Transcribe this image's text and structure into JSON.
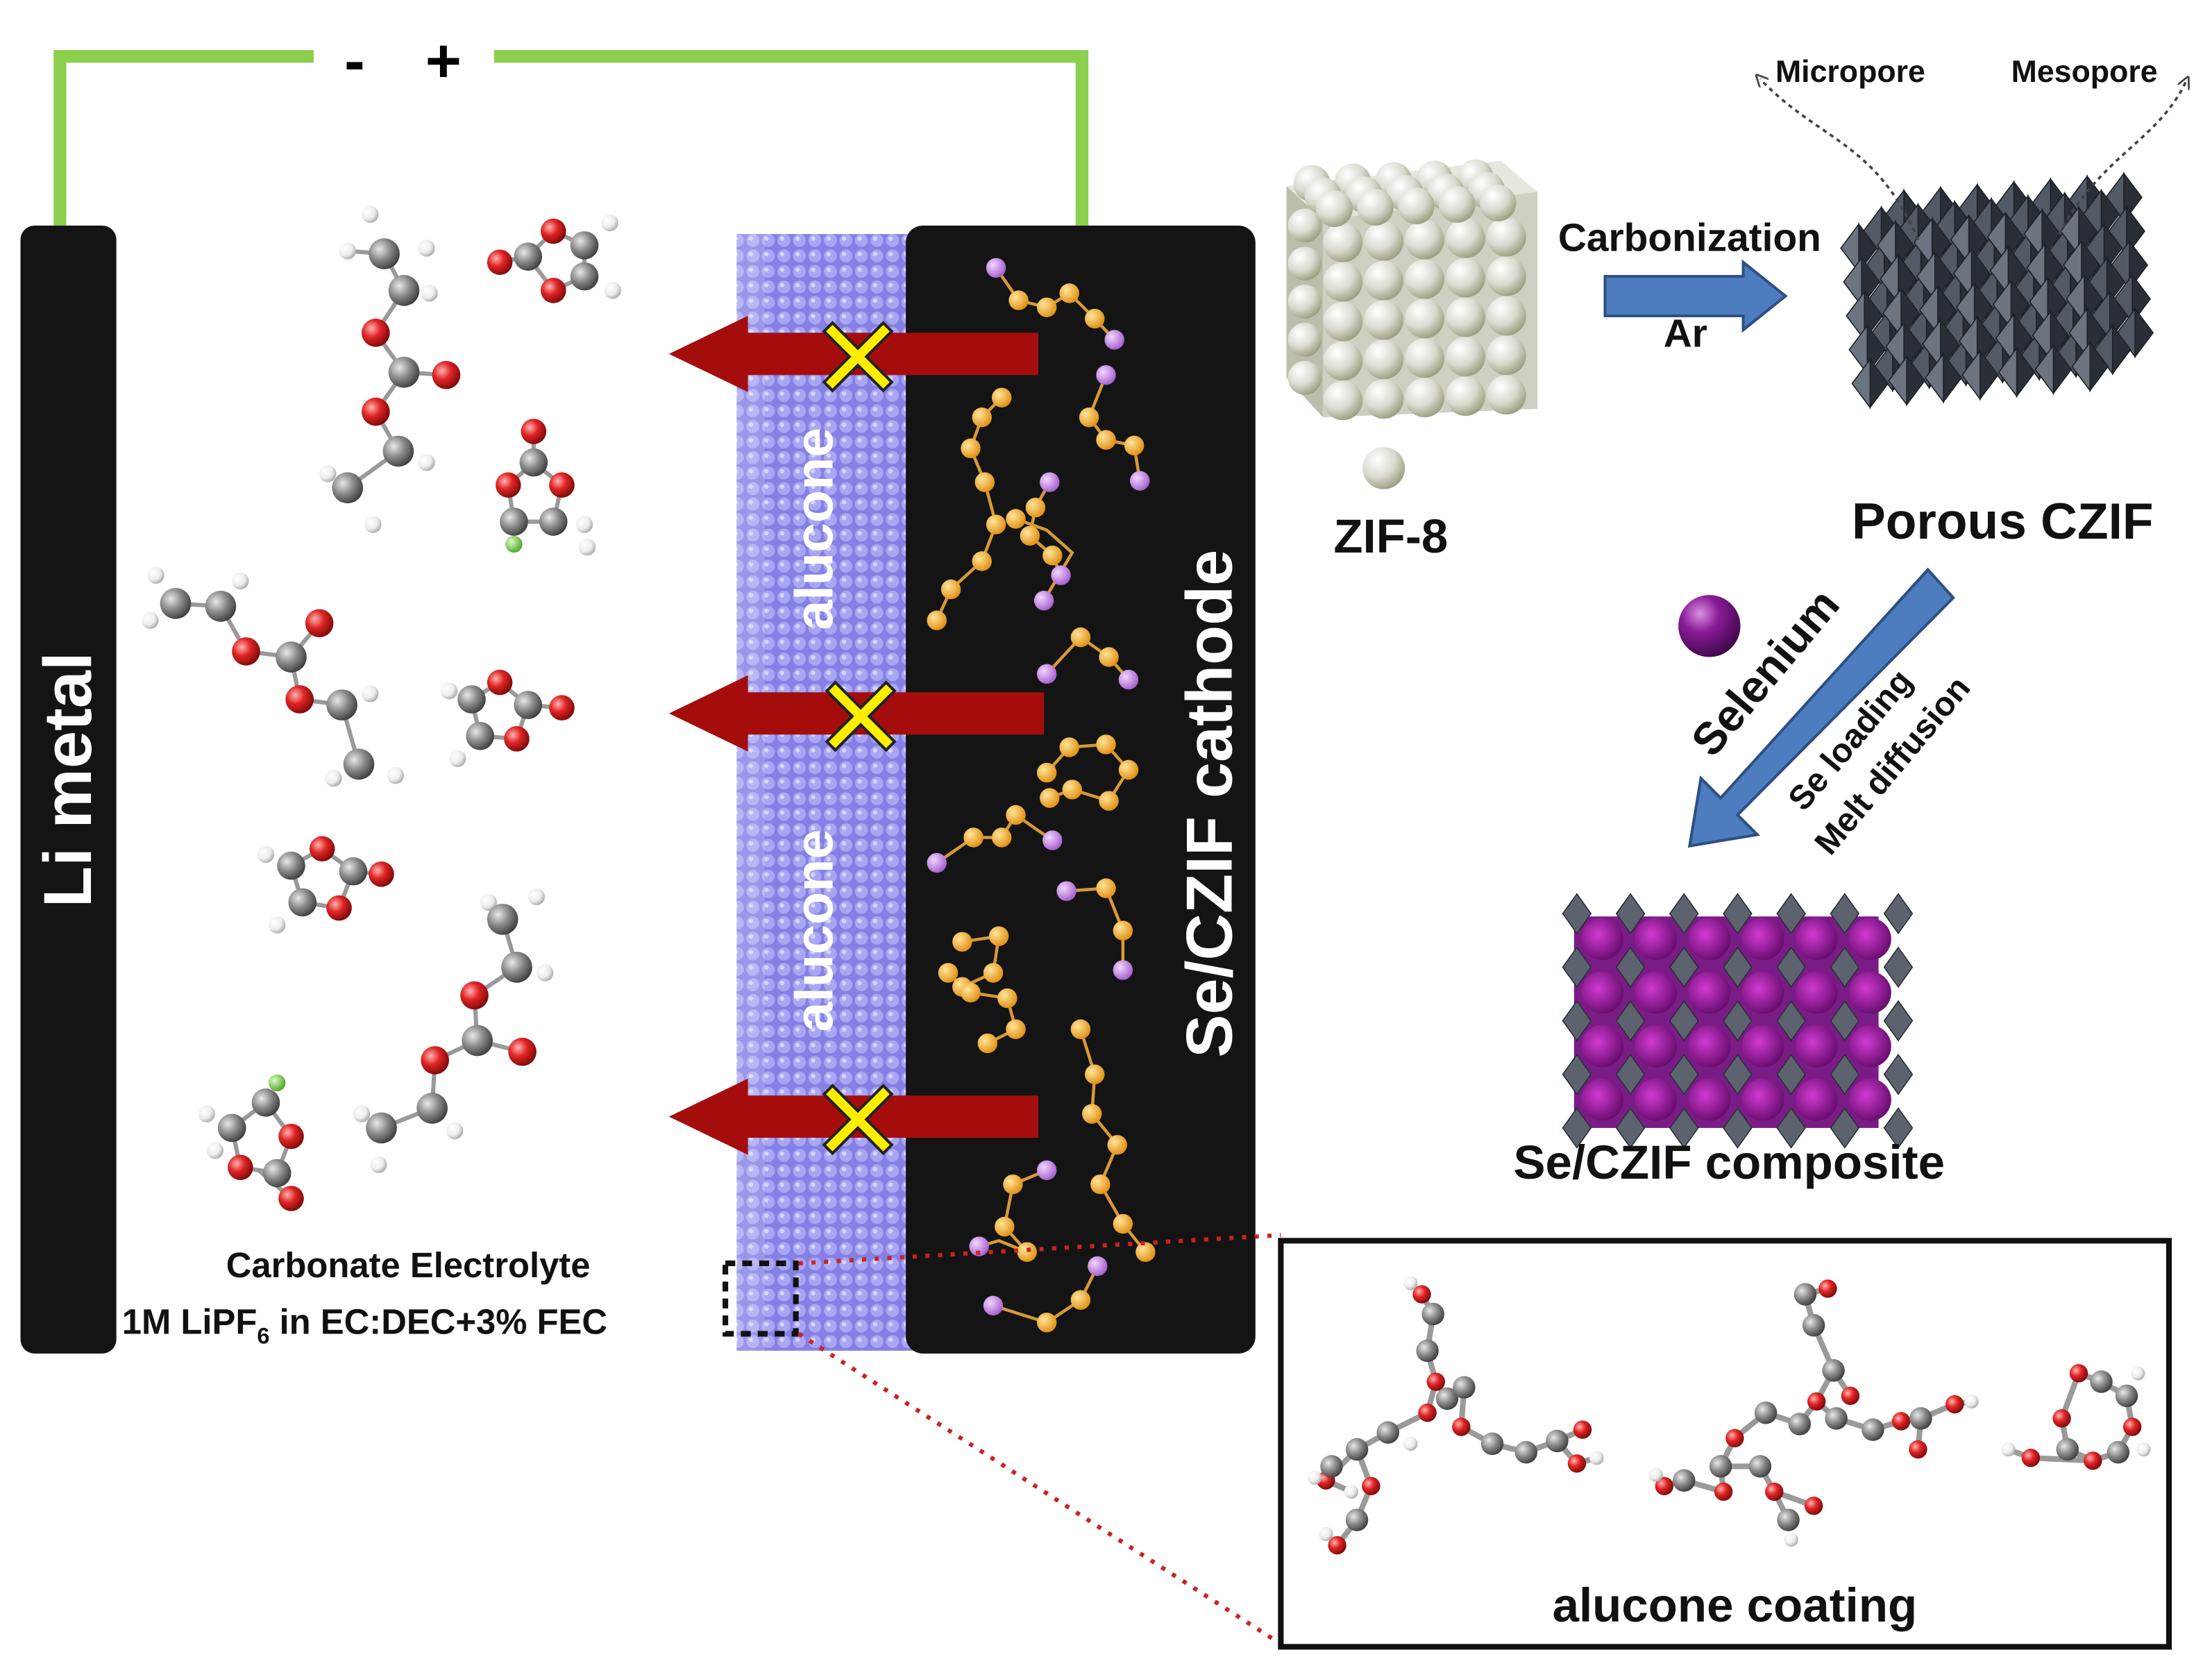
{
  "polarity": {
    "minus": "-",
    "plus": "+"
  },
  "anode": {
    "label": "Li metal"
  },
  "coating_layer": {
    "label_top": "alucone",
    "label_bottom": "alucone"
  },
  "cathode": {
    "label": "Se/CZIF cathode"
  },
  "electrolyte": {
    "line1": "Carbonate Electrolyte",
    "line2_pre": "1M LiPF",
    "line2_sub": "6",
    "line2_post": " in EC:DEC+3% FEC"
  },
  "synthesis": {
    "zif8_label": "ZIF-8",
    "carbonization_label": "Carbonization",
    "ar_label": "Ar",
    "micropore_label": "Micropore",
    "mesopore_label": "Mesopore",
    "porous_label": "Porous CZIF",
    "selenium_label": "Selenium",
    "se_loading_label": "Se loading",
    "melt_diffusion_label": "Melt diffusion",
    "composite_label": "Se/CZIF composite"
  },
  "inset": {
    "label": "alucone coating"
  },
  "colors": {
    "wire": "#8ccf4f",
    "electrode": "#141414",
    "alucone": "#8a86e6",
    "block_arrow": "#a50d0d",
    "block_x": "#ffee00",
    "process_arrow": "#4e7dbf",
    "se_chain": "#f0a82a",
    "se_atom": "#c58be8",
    "oxygen": "#d42020",
    "carbon": "#7d7d7d",
    "hydrogen": "#e8e8e8",
    "fluorine": "#7ad04a",
    "selenium_sphere": "#7a1c86",
    "zif_sphere": "#dcdcd0",
    "czif": "#3e444e"
  },
  "icons": {
    "blocked": "x-mark-icon",
    "wire": "circuit-wire",
    "selenium": "selenium-sphere-icon"
  }
}
